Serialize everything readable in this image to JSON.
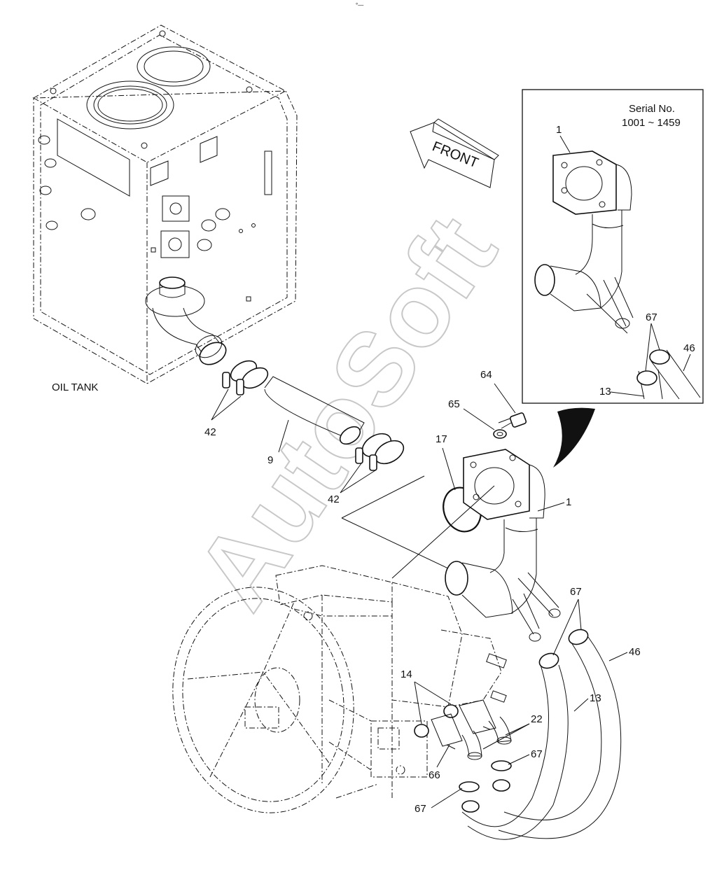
{
  "diagram": {
    "header_mark": "°—",
    "watermark": "AutoSoft",
    "oil_tank_label": "OIL TANK",
    "front_label": "FRONT",
    "inset": {
      "serial_line1": "Serial No.",
      "serial_line2": "1001 ~ 1459",
      "callouts": {
        "c1": "1",
        "c67": "67",
        "c46": "46",
        "c13": "13"
      }
    },
    "callouts": {
      "c64": "64",
      "c65": "65",
      "c17": "17",
      "c1": "1",
      "c42a": "42",
      "c42b": "42",
      "c9": "9",
      "c67a": "67",
      "c46": "46",
      "c13": "13",
      "c14": "14",
      "c22": "22",
      "c67b": "67",
      "c66": "66",
      "c67c": "67"
    }
  }
}
